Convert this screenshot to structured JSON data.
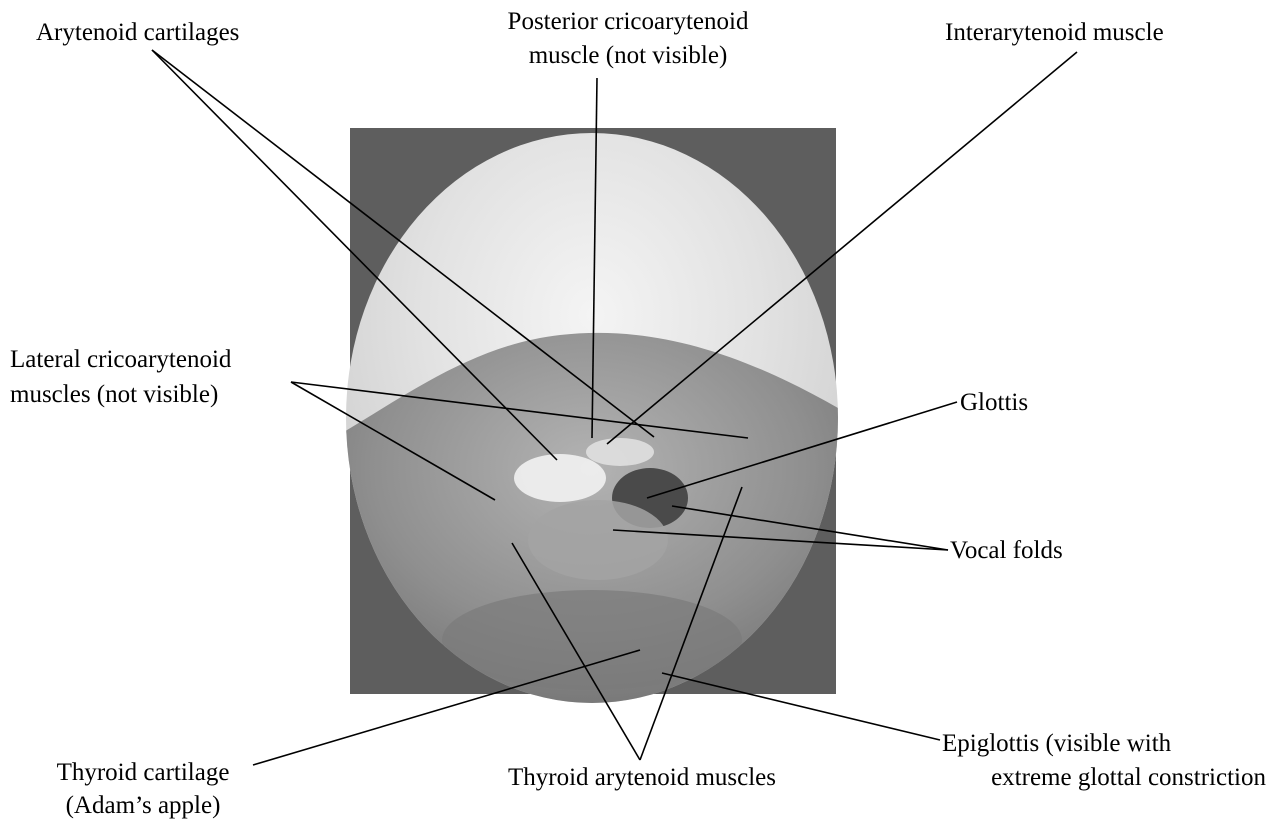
{
  "labels": {
    "arytenoid_cartilages": "Arytenoid cartilages",
    "posterior_cricoarytenoid_line1": "Posterior cricoarytenoid",
    "posterior_cricoarytenoid_line2": "muscle  (not visible)",
    "interarytenoid_muscle": "Interarytenoid muscle",
    "lateral_cricoarytenoid_line1": "Lateral cricoarytenoid",
    "lateral_cricoarytenoid_line2": "muscles  (not visible)",
    "glottis": "Glottis",
    "vocal_folds": "Vocal folds",
    "thyroid_cartilage_line1": "Thyroid cartilage",
    "thyroid_cartilage_line2": "(Adam’s apple)",
    "thyroid_arytenoid_muscles": "Thyroid arytenoid muscles",
    "epiglottis_line1": "Epiglottis (visible with",
    "epiglottis_line2": "extreme glottal constriction"
  },
  "colors": {
    "frame": "#5e5e5e",
    "disc": "#e9e9e9",
    "lower_tissue": "#8c8c8c",
    "glottis_dark": "#4a4a4a"
  }
}
